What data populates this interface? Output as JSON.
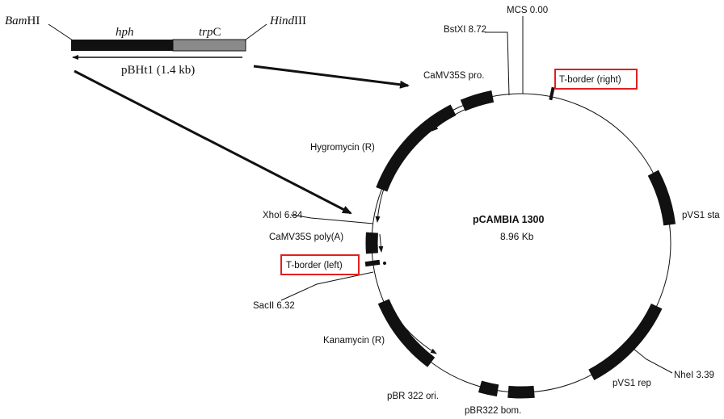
{
  "insert": {
    "left_site": {
      "italic": "Bam",
      "plain": "HI"
    },
    "gene1": "hph",
    "gene2": {
      "italic": "trp",
      "plain": "C"
    },
    "right_site": {
      "italic": "Hind",
      "plain": "III"
    },
    "name": "pBHt1 (1.4 kb)"
  },
  "plasmid": {
    "name": "pCAMBIA   1300",
    "size": "8.96 Kb"
  },
  "features": {
    "mcs": "MCS 0.00",
    "bstxi": "BstXI  8.72",
    "camv35s_pro": "CaMV35S pro.",
    "t_border_right": "T-border  (right)",
    "hygromycin": "Hygromycin  (R)",
    "pvs1_sta": "pVS1 sta",
    "xhoi": "XhoI 6.84",
    "camv35s_polya": "CaMV35S  poly(A)",
    "t_border_left": "T-border  (left)",
    "sacii": "SacII  6.32",
    "kanamycin": "Kanamycin  (R)",
    "nhei": "NheI 3.39",
    "pvs1_rep": "pVS1 rep",
    "pbr322_ori": "pBR 322 ori.",
    "pbr322_bom": "pBR322 bom."
  },
  "colors": {
    "ink": "#111111",
    "highlight_box": "#e02020",
    "trpC_fill": "#8a8a8a"
  }
}
